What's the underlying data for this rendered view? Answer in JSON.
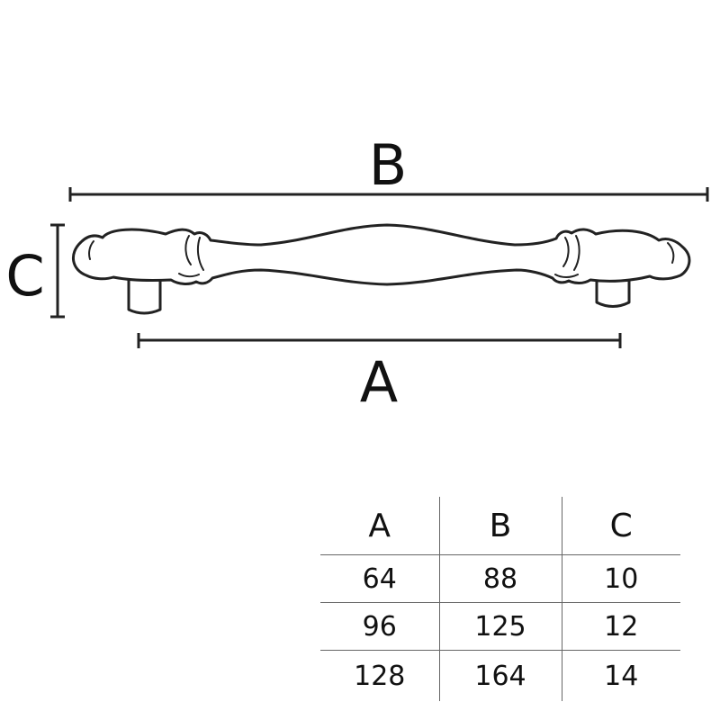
{
  "dimensions": {
    "label_b": "B",
    "label_a": "A",
    "label_c": "C"
  },
  "table": {
    "headers": [
      "A",
      "B",
      "C"
    ],
    "rows": [
      [
        "64",
        "88",
        "10"
      ],
      [
        "96",
        "125",
        "12"
      ],
      [
        "128",
        "164",
        "14"
      ]
    ]
  }
}
